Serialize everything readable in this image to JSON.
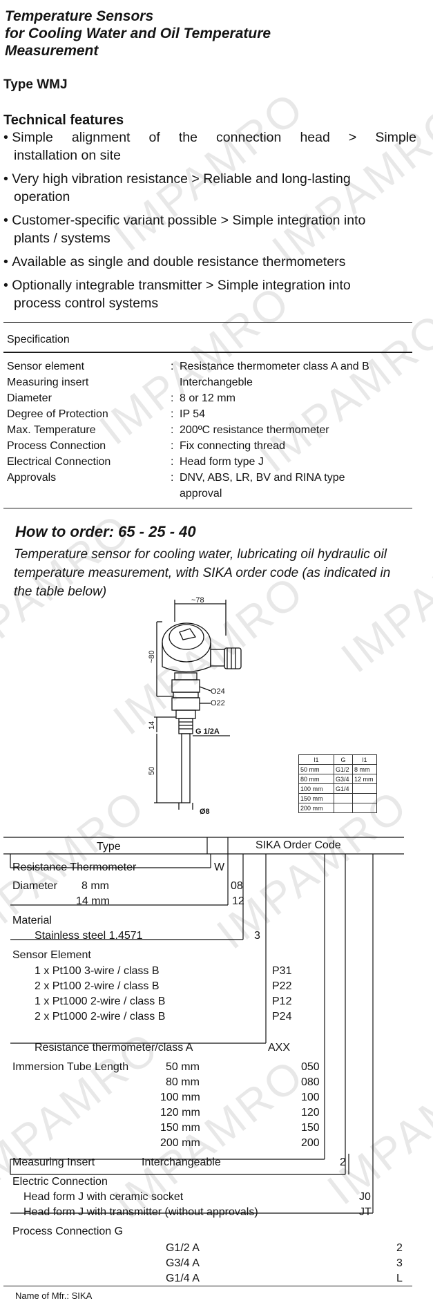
{
  "title_lines": [
    "Temperature Sensors",
    "for Cooling Water and Oil Temperature",
    "Measurement"
  ],
  "type_label": "Type WMJ",
  "features_heading": "Technical features",
  "features": [
    {
      "l1": "Simple alignment of the connection head > Simple",
      "l2": "installation on site"
    },
    {
      "l1": "Very high vibration resistance > Reliable and long-lasting",
      "l2": "operation"
    },
    {
      "l1": "Customer-specific variant possible > Simple integration into",
      "l2": "plants / systems"
    },
    {
      "l1": "Available as single and double resistance thermometers",
      "l2": ""
    },
    {
      "l1": "Optionally integrable transmitter > Simple integration into",
      "l2": "process control systems"
    }
  ],
  "spec_heading": "Specification",
  "spec_rows": [
    {
      "label": "Sensor element",
      "value": "Resistance thermometer class A and B"
    },
    {
      "label": "Measuring insert",
      "value": "Interchangeble"
    },
    {
      "label": "Diameter",
      "value": "8 or 12 mm"
    },
    {
      "label": "Degree of Protection",
      "value": "IP 54"
    },
    {
      "label": "Max. Temperature",
      "value": "200ºC resistance thermometer"
    },
    {
      "label": "Process Connection",
      "value": "Fix connecting thread"
    },
    {
      "label": "Electrical Connection",
      "value": "Head form type J"
    },
    {
      "label": "Approvals",
      "value": "DNV, ABS, LR, BV and RINA type"
    }
  ],
  "spec_approvals_cont": "approval",
  "spec_colon": ":",
  "order_heading": "How to order: 65 - 25 - 40",
  "order_desc": [
    "Temperature sensor for cooling water, lubricating oil hydraulic oil",
    "temperature measurement, with SIKA order code (as indicated in",
    "the table below)"
  ],
  "drawing": {
    "dim_top": "~78",
    "dim_height": "~80",
    "nut1": "O24",
    "nut2": "O22",
    "thread": "G 1/2A",
    "dim_14": "14",
    "dim_50": "50",
    "dia": "Ø8"
  },
  "small_table": {
    "headers": [
      "l1",
      "G",
      "l1"
    ],
    "rows": [
      [
        "50 mm",
        "G1/2",
        "8 mm"
      ],
      [
        "80 mm",
        "G3/4",
        "12 mm"
      ],
      [
        "100 mm",
        "G1/4",
        ""
      ],
      [
        "150 mm",
        "",
        ""
      ],
      [
        "200 mm",
        "",
        ""
      ]
    ]
  },
  "order": {
    "type_header": "Type",
    "code_header": "SIKA Order Code",
    "resistance_thermometer": "Resistance Thermometer",
    "rt_code": "W",
    "diameter": "Diameter",
    "d8": "8 mm",
    "d8_code": "08",
    "d14": "14 mm",
    "d14_code": "12",
    "material": "Material",
    "material_item": "Stainless steel 1.4571",
    "material_code": "3",
    "sensor_element": "Sensor Element",
    "sensors": [
      {
        "label": "1 x Pt100 3-wire / class B",
        "code": "P31"
      },
      {
        "label": "2 x Pt100 2-wire / class B",
        "code": "P22"
      },
      {
        "label": "1 x Pt1000 2-wire / class B",
        "code": "P12"
      },
      {
        "label": "2 x Pt1000 2-wire / class B",
        "code": "P24"
      }
    ],
    "class_a": "Resistance thermometer/class A",
    "class_a_code": "AXX",
    "immersion": "Immersion Tube Length",
    "lengths": [
      {
        "label": "50 mm",
        "code": "050"
      },
      {
        "label": "80 mm",
        "code": "080"
      },
      {
        "label": "100 mm",
        "code": "100"
      },
      {
        "label": "120 mm",
        "code": "120"
      },
      {
        "label": "150 mm",
        "code": "150"
      },
      {
        "label": "200 mm",
        "code": "200"
      }
    ],
    "measuring_insert": "Measuring Insert",
    "interchangeable": "Interchangeable",
    "mi_code": "2",
    "electric": "Electric Connection",
    "elec_items": [
      {
        "label": "Head form J with ceramic socket",
        "code": "J0"
      },
      {
        "label": "Head form J with transmitter (without approvals)",
        "code": "JT"
      }
    ],
    "process": "Process Connection G",
    "process_items": [
      {
        "label": "G1/2 A",
        "code": "2"
      },
      {
        "label": "G3/4 A",
        "code": "3"
      },
      {
        "label": "G1/4 A",
        "code": "L"
      }
    ]
  },
  "mfr": "Name of Mfr.:  SIKA",
  "watermark": "IMPAMRO"
}
